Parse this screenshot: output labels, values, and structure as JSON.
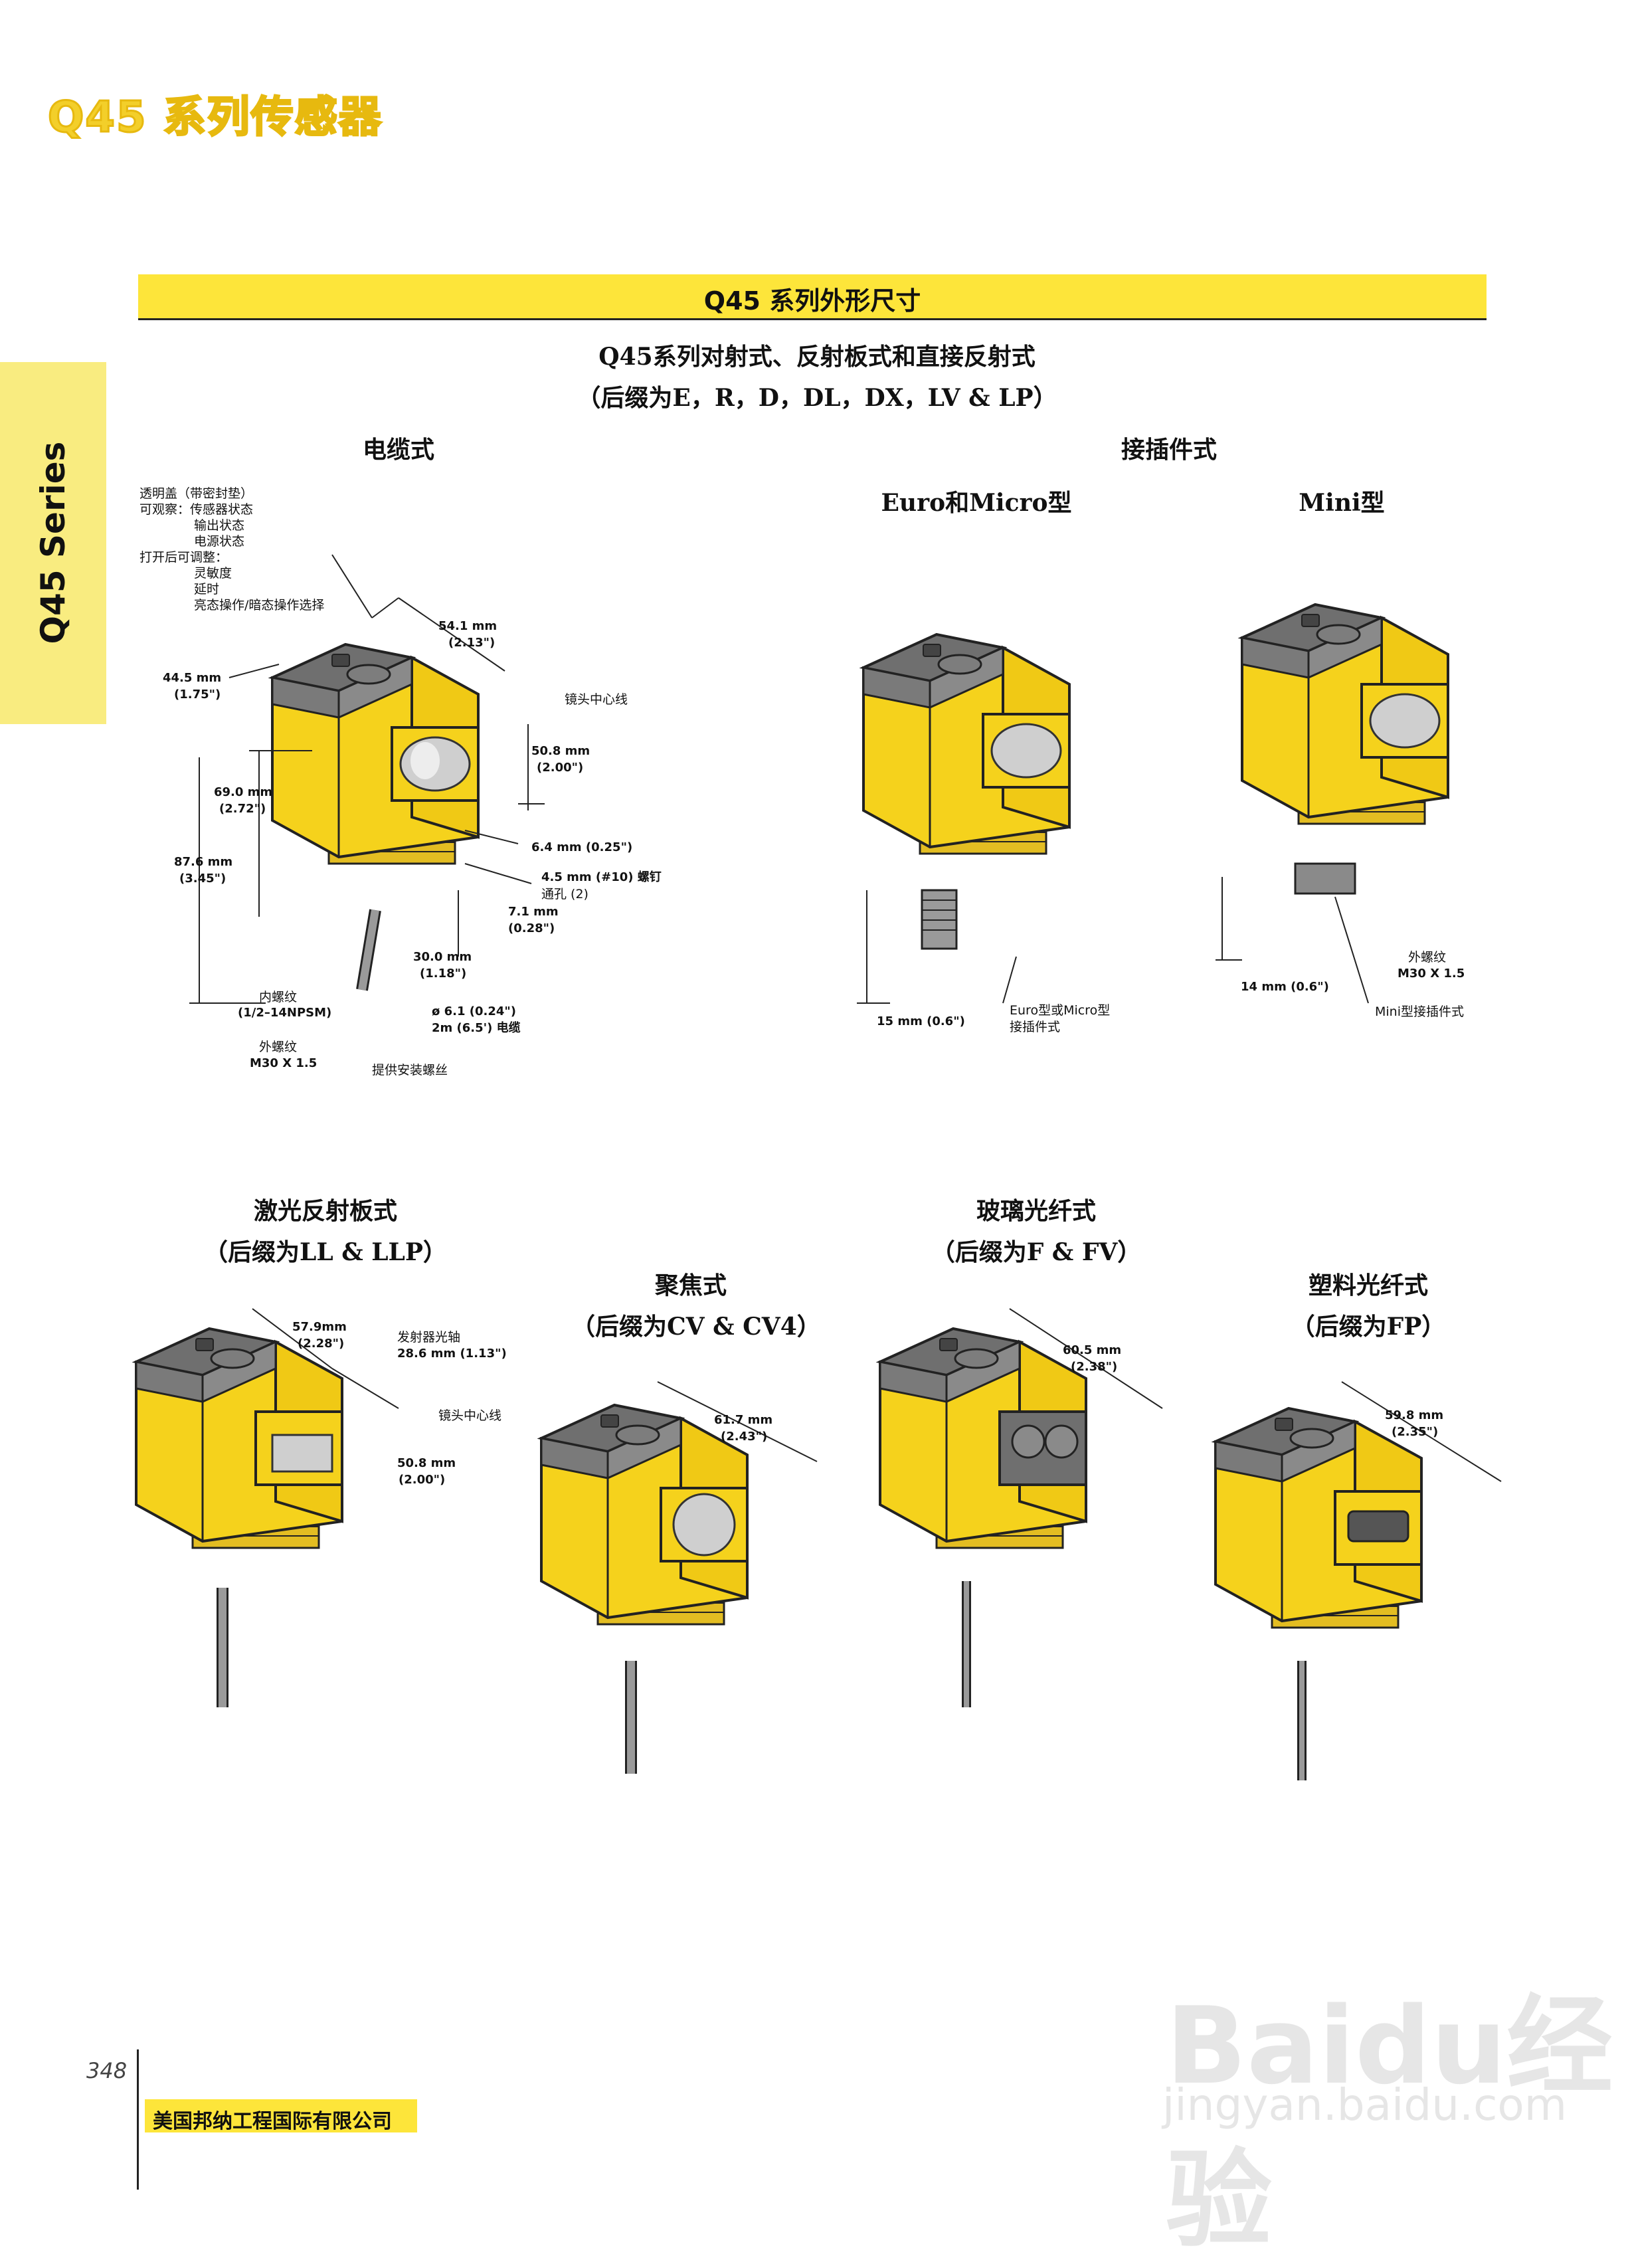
{
  "header": {
    "title": "Q45 系列传感器"
  },
  "side_tab": {
    "label": "Q45 Series"
  },
  "band": {
    "title": "Q45 系列外形尺寸"
  },
  "intro": {
    "line1": "Q45系列对射式、反射板式和直接反射式",
    "line2": "（后缀为E，R，D，DL，DX，LV & LP）"
  },
  "cable": {
    "heading": "电缆式",
    "notes": [
      "透明盖（带密封垫）",
      "可观察：传感器状态",
      "输出状态",
      "电源状态",
      "打开后可调整：",
      "灵敏度",
      "延时",
      "亮态操作/暗态操作选择"
    ],
    "dim_top_width": {
      "mm": "54.1 mm",
      "in": "(2.13\")"
    },
    "dim_side_width": {
      "mm": "44.5 mm",
      "in": "(1.75\")"
    },
    "dim_height_body": {
      "mm": "69.0 mm",
      "in": "(2.72\")"
    },
    "dim_height_total": {
      "mm": "87.6 mm",
      "in": "(3.45\")"
    },
    "dim_lens": {
      "mm": "50.8 mm",
      "in": "(2.00\")"
    },
    "lens_centerline": "镜头中心线",
    "dim_64": "6.4 mm (0.25\")",
    "dim_45": "4.5 mm (#10) 螺钉",
    "dim_45_b": "通孔 (2)",
    "dim_71": {
      "mm": "7.1 mm",
      "in": "(0.28\")"
    },
    "dim_30": {
      "mm": "30.0 mm",
      "in": "(1.18\")"
    },
    "internal_thread": {
      "l1": "内螺纹",
      "l2": "(1/2–14NPSM)"
    },
    "external_thread": {
      "l1": "外螺纹",
      "l2": "M30 X 1.5"
    },
    "cable_spec": {
      "l1": "ø 6.1 (0.24\")",
      "l2": "2m (6.5') 电缆"
    },
    "nut_note": "提供安装螺丝"
  },
  "connector": {
    "heading": "接插件式",
    "euro": {
      "heading": "Euro和Micro型",
      "dim": "15 mm (0.6\")",
      "label1": "Euro型或Micro型",
      "label2": "接插件式"
    },
    "mini": {
      "heading": "Mini型",
      "dim": "14 mm (0.6\")",
      "thread1": "外螺纹",
      "thread2": "M30 X 1.5",
      "label": "Mini型接插件式"
    }
  },
  "laser": {
    "heading": "激光反射板式",
    "suffix": "（后缀为LL & LLP）",
    "dim_width": {
      "mm": "57.9mm",
      "in": "(2.28\")"
    },
    "emitter": {
      "l1": "发射器光轴",
      "l2": "28.6 mm (1.13\")"
    },
    "lens_centerline": "镜头中心线",
    "dim_lens": {
      "mm": "50.8 mm",
      "in": "(2.00\")"
    }
  },
  "focus": {
    "heading": "聚焦式",
    "suffix": "（后缀为CV & CV4）",
    "dim": {
      "mm": "61.7 mm",
      "in": "(2.43\")"
    }
  },
  "glass": {
    "heading": "玻璃光纤式",
    "suffix": "（后缀为F & FV）",
    "dim": {
      "mm": "60.5 mm",
      "in": "(2.38\")"
    }
  },
  "plastic": {
    "heading": "塑料光纤式",
    "suffix": "（后缀为FP）",
    "dim": {
      "mm": "59.8 mm",
      "in": "(2.35\")"
    }
  },
  "footer": {
    "page": "348",
    "company": "美国邦纳工程国际有限公司"
  },
  "watermark": {
    "brand": "Baidu经验",
    "url": "jingyan.baidu.com"
  },
  "colors": {
    "yellow": "#fde53a",
    "sensor_yellow": "#f5d21c",
    "sensor_gray": "#6f6f6f"
  }
}
